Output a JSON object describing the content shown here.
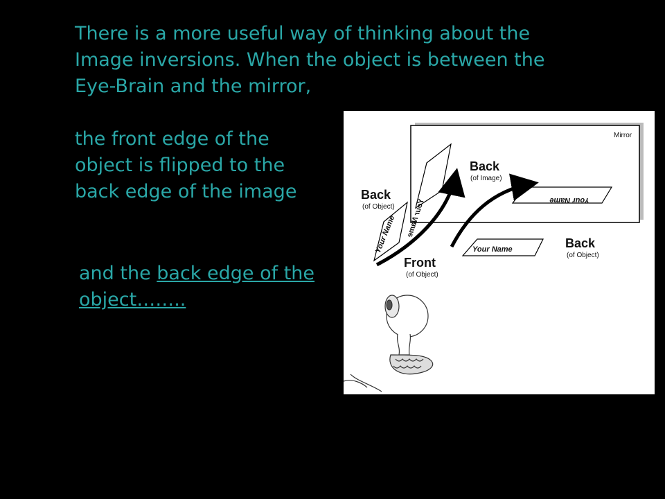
{
  "slide": {
    "intro": "There is a more useful way of thinking about the Image inversions. When the object is between the Eye-Brain and the mirror,",
    "flip": "the front edge of the object is flipped to the back edge of the image",
    "and_prefix": "and the ",
    "and_link": "back edge of the object……..",
    "colors": {
      "background": "#000000",
      "text": "#2aa7a7"
    }
  },
  "figure": {
    "mirror_label": "Mirror",
    "back_image": "Back",
    "back_image_sub": "(of Image)",
    "back_object_left": "Back",
    "back_object_left_sub": "(of Object)",
    "front_object": "Front",
    "front_object_sub": "(of Object)",
    "back_object_right": "Back",
    "back_object_right_sub": "(of Object)",
    "card_text": "Your Name"
  }
}
